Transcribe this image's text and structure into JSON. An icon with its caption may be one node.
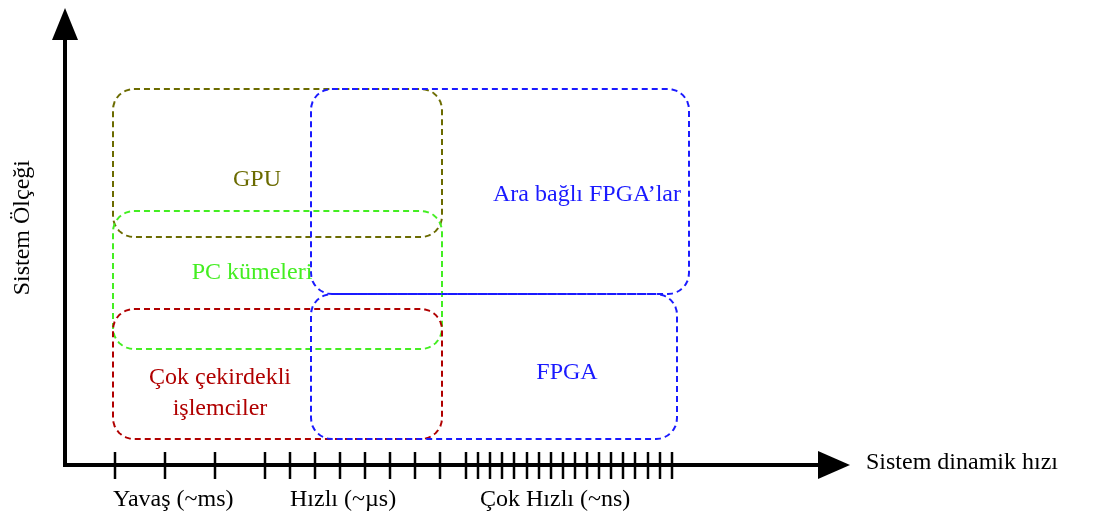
{
  "diagram": {
    "nodes": [
      {
        "text": [
          "GPU"
        ]
      },
      {
        "text": [
          "Ara bağlı FPGA’lar"
        ]
      },
      {
        "text": [
          "PC kümeleri"
        ]
      },
      {
        "text": [
          "Çok çekirdekli işlemciler"
        ]
      },
      {
        "text": [
          "FPGA"
        ]
      }
    ],
    "labels": [
      "Sistem Ölçeği",
      "Sistem dinamik hızı",
      "Yavaş (~ms)",
      "Hızlı (~µs)",
      "Çok Hızlı (~ns)"
    ]
  }
}
